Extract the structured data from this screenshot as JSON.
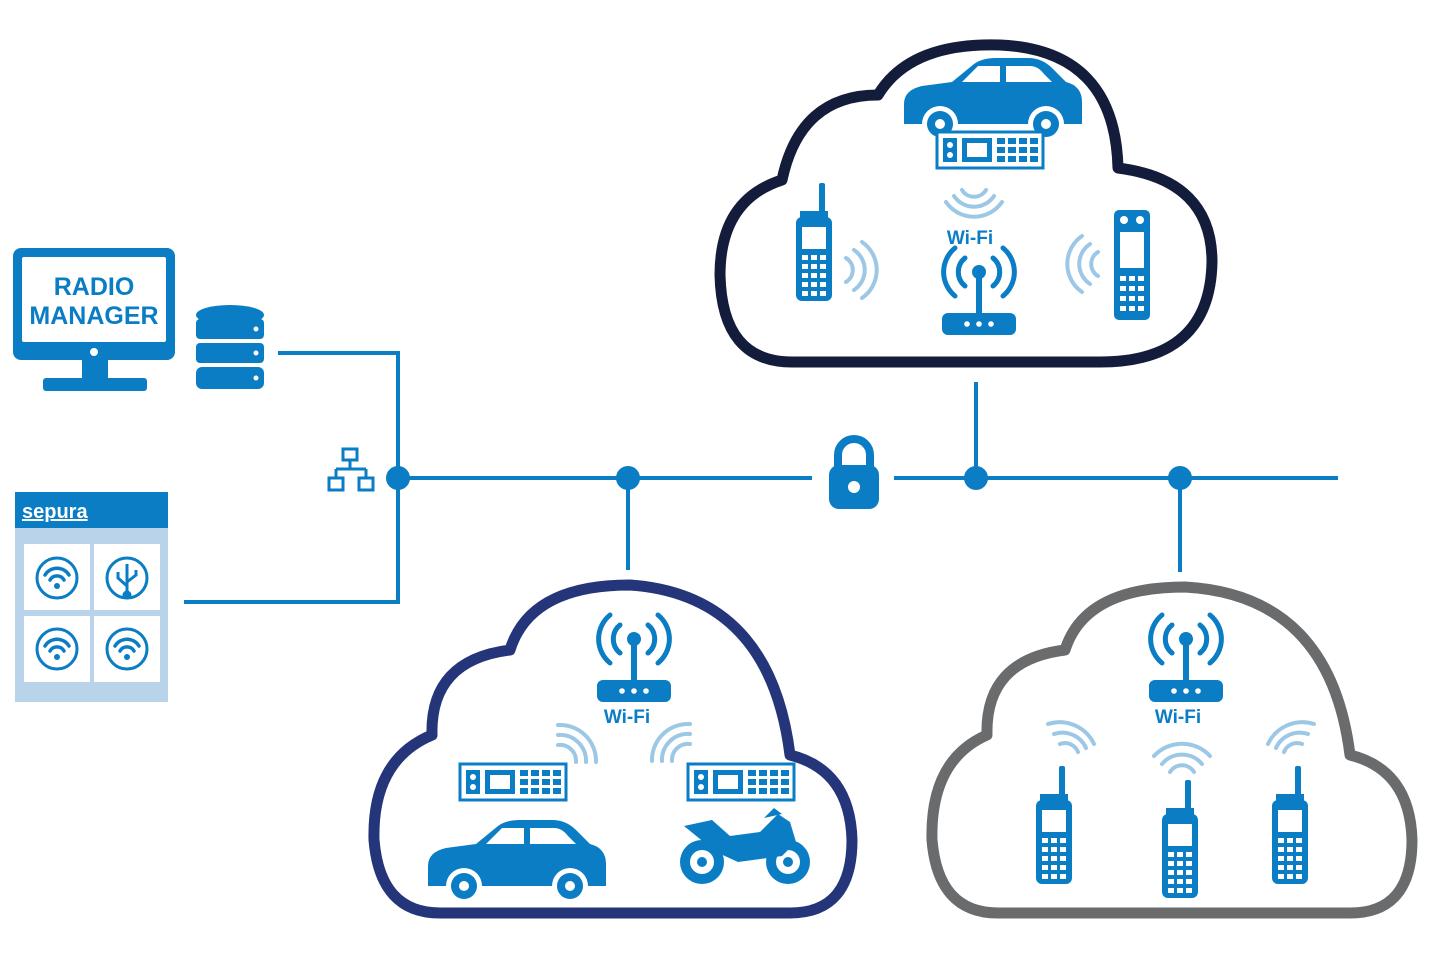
{
  "monitor": {
    "line1": "RADIO",
    "line2": "MANAGER"
  },
  "brand": {
    "name": "sepura"
  },
  "clouds": {
    "top": {
      "wifi_label": "Wi-Fi"
    },
    "bottom_left": {
      "wifi_label": "Wi-Fi"
    },
    "bottom_right": {
      "wifi_label": "Wi-Fi"
    }
  },
  "colors": {
    "accent_blue": "#0a7dc4",
    "light_blue": "#9cc8e6",
    "cloud_top_border": "#141c3c",
    "cloud_left_border": "#25357a",
    "cloud_right_border": "#6a6b6d",
    "panel_bg": "#b8d3ea"
  },
  "icons": [
    "monitor-icon",
    "database-icon",
    "network-icon",
    "lock-icon",
    "car-icon",
    "motorcycle-icon",
    "mobile-radio-icon",
    "handheld-radio-icon",
    "wifi-router-icon",
    "wifi-signal-icon",
    "usb-icon"
  ]
}
